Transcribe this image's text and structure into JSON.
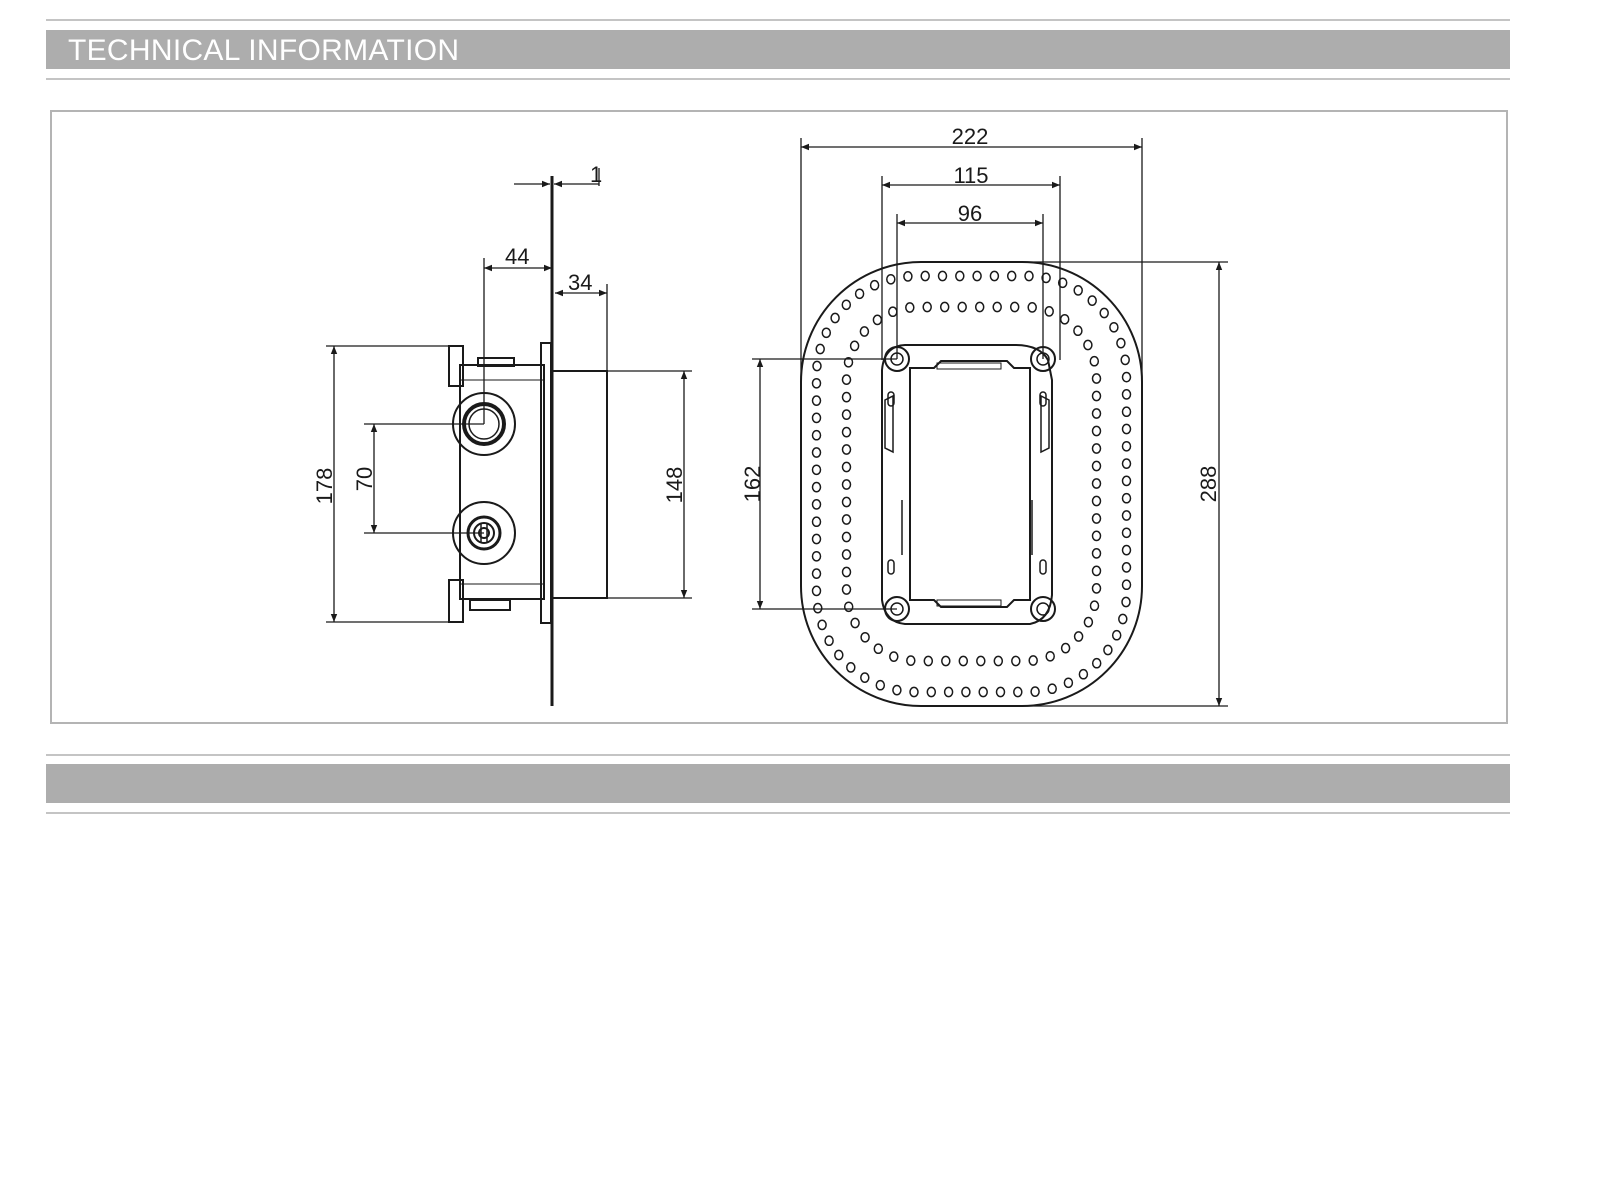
{
  "header": {
    "title": "TECHNICAL INFORMATION"
  },
  "footer_band": {
    "title": ""
  },
  "colors": {
    "band": "#adadad",
    "rule": "#c4c4c4",
    "frame": "#b4b4b4",
    "line": "#1a1a1a"
  },
  "side_view": {
    "dimensions": {
      "plate_thickness": "1",
      "body_depth": "44",
      "front_depth": "34",
      "overall_height": "178",
      "port_spacing": "70",
      "front_height": "148"
    }
  },
  "front_view": {
    "dimensions": {
      "plate_width": "222",
      "box_width": "115",
      "hole_spacing_h": "96",
      "hole_spacing_v": "162",
      "plate_height": "288"
    }
  }
}
